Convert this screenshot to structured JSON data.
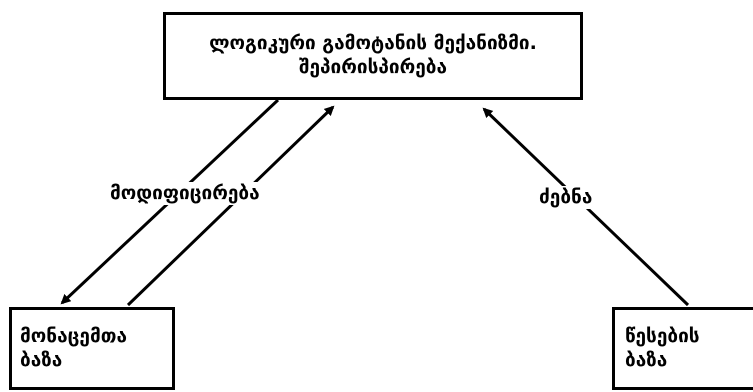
{
  "diagram": {
    "top_box": {
      "line1": "ლოგიკური გამოტანის მექანიზმი.",
      "line2": "შეპირისპირება"
    },
    "left_box": {
      "line1": "მონაცემთა",
      "line2": "ბაზა"
    },
    "right_box": {
      "line1": "წესების",
      "line2": "ბაზა"
    },
    "edge_labels": {
      "left": "მოდიფიცირება",
      "right": "ძებნა"
    },
    "colors": {
      "stroke": "#000000",
      "background": "#ffffff"
    }
  }
}
